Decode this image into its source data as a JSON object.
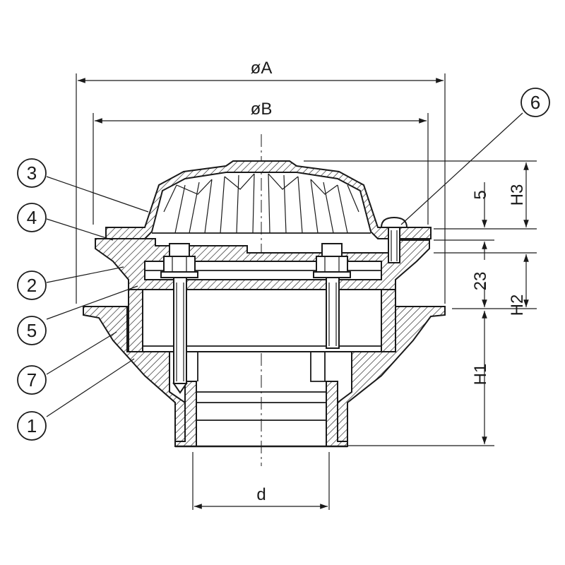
{
  "dimensions": {
    "dia_a": "øA",
    "dia_b": "øB",
    "h1": "H1",
    "h2": "H2",
    "h3": "H3",
    "five": "5",
    "twenty_three": "23",
    "d": "d"
  },
  "parts": [
    {
      "number": "1"
    },
    {
      "number": "2"
    },
    {
      "number": "3"
    },
    {
      "number": "4"
    },
    {
      "number": "5"
    },
    {
      "number": "6"
    },
    {
      "number": "7"
    }
  ]
}
